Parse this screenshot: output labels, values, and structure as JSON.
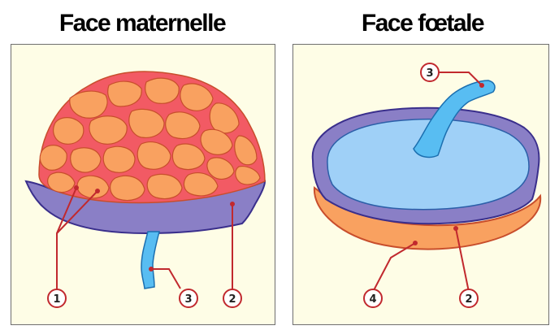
{
  "titles": {
    "maternal": "Face maternelle",
    "fetal": "Face fœtale"
  },
  "labels": {
    "maternal": [
      "1",
      "3",
      "2"
    ],
    "fetal": [
      "3",
      "4",
      "2"
    ]
  },
  "colors": {
    "panel_bg": "#fefde6",
    "cotyledon": "#f9a160",
    "cotyledon_outline": "#c84e2c",
    "grooves": "#f25a64",
    "membrane_purple": "#8a7fc6",
    "membrane_outline": "#3a2f8c",
    "fetal_surface": "#9fd0f7",
    "umbilical_cord": "#58bdf2",
    "callout_red": "#c1292e"
  }
}
